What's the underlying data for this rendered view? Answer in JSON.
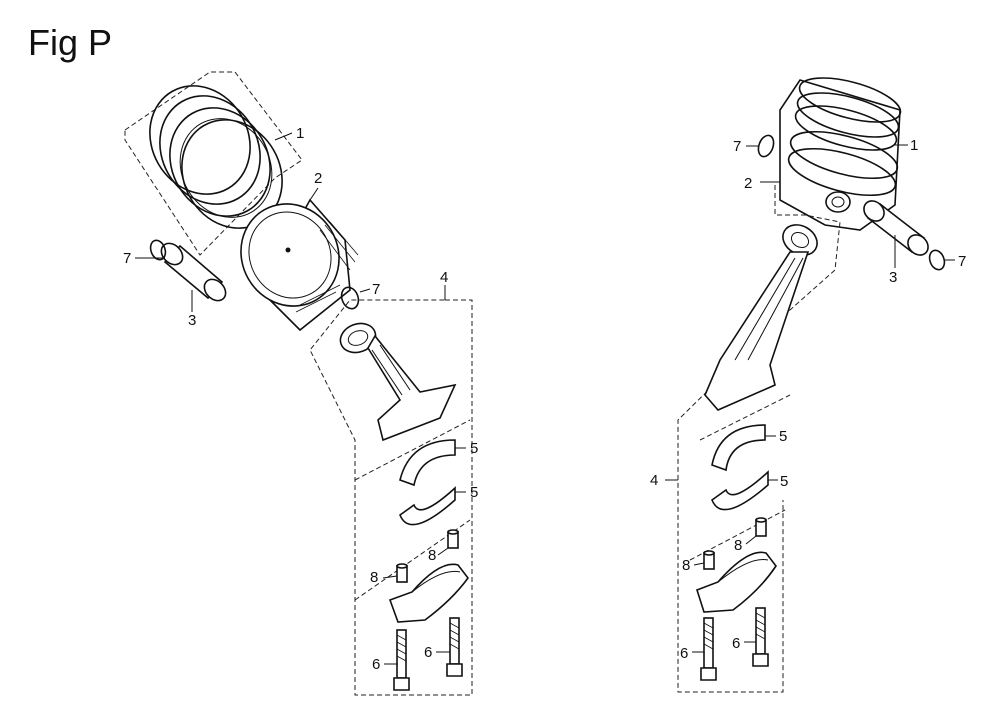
{
  "figure": {
    "title": "Fig P"
  },
  "callouts": {
    "left": {
      "ring_set": "1",
      "piston": "2",
      "pin": "3",
      "conrod_assy": "4",
      "bearing_upper": "5",
      "bearing_lower": "5",
      "bolt_a": "6",
      "bolt_b": "6",
      "clip_left": "7",
      "clip_right": "7",
      "dowel_a": "8",
      "dowel_b": "8"
    },
    "right": {
      "ring_set": "1",
      "piston": "2",
      "pin": "3",
      "conrod_assy": "4",
      "bearing_upper": "5",
      "bearing_lower": "5",
      "bolt_a": "6",
      "bolt_b": "6",
      "clip_left": "7",
      "clip_right": "7",
      "dowel_a": "8",
      "dowel_b": "8"
    }
  }
}
